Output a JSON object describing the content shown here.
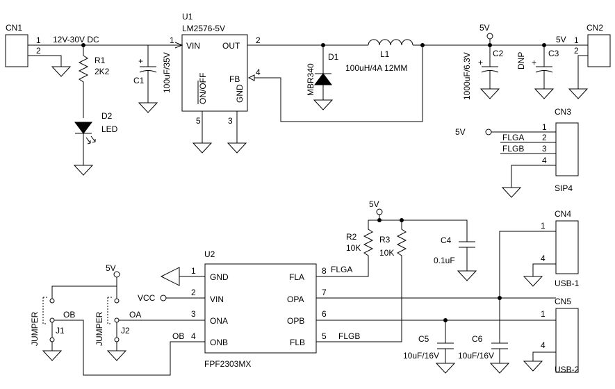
{
  "cn1": {
    "ref": "CN1",
    "pin1": "1",
    "pin2": "2",
    "net": "12V-30V DC"
  },
  "u1": {
    "ref": "U1",
    "part": "LM2576-5V",
    "vin": "VIN",
    "out": "OUT",
    "fb": "FB",
    "onoff": "ON/OFF",
    "gnd": "GND",
    "p1": "1",
    "p2": "2",
    "p3": "3",
    "p4": "4",
    "p5": "5"
  },
  "r1": {
    "ref": "R1",
    "value": "2K2"
  },
  "d2": {
    "ref": "D2",
    "type": "LED"
  },
  "c1": {
    "ref": "C1",
    "value": "100uF/35V",
    "polarity": "+"
  },
  "d1": {
    "ref": "D1",
    "part": "MBR340"
  },
  "l1": {
    "ref": "L1",
    "value": "100uH/4A  12MM"
  },
  "c2": {
    "ref": "C2",
    "value": "1000uF/6.3V",
    "polarity": "+"
  },
  "c3": {
    "ref": "C3",
    "value": "DNP",
    "polarity": "+"
  },
  "rail_5v": "5V",
  "cn2": {
    "ref": "CN2",
    "pin1": "1",
    "pin2": "2",
    "net": "5V"
  },
  "cn3": {
    "ref": "CN3",
    "type": "SIP4",
    "pins": [
      "1",
      "2",
      "3",
      "4"
    ],
    "nets": [
      "5V",
      "FLGA",
      "FLGB"
    ]
  },
  "u2": {
    "ref": "U2",
    "part": "FPF2303MX",
    "left": [
      {
        "pin": "1",
        "name": "GND"
      },
      {
        "pin": "2",
        "name": "VIN"
      },
      {
        "pin": "3",
        "name": "ONA"
      },
      {
        "pin": "4",
        "name": "ONB"
      }
    ],
    "right": [
      {
        "pin": "8",
        "name": "FLA"
      },
      {
        "pin": "7",
        "name": "OPA"
      },
      {
        "pin": "6",
        "name": "OPB"
      },
      {
        "pin": "5",
        "name": "FLB"
      }
    ]
  },
  "r2": {
    "ref": "R2",
    "value": "10K"
  },
  "r3": {
    "ref": "R3",
    "value": "10K"
  },
  "c4": {
    "ref": "C4",
    "value": "0.1uF"
  },
  "c5": {
    "ref": "C5",
    "value": "10uF/16V"
  },
  "c6": {
    "ref": "C6",
    "value": "10uF/16V"
  },
  "cn4": {
    "ref": "CN4",
    "type": "USB-1",
    "pin1": "1",
    "pin4": "4"
  },
  "cn5": {
    "ref": "CN5",
    "type": "USB-2",
    "pin1": "1",
    "pin4": "4"
  },
  "j1": {
    "ref": "J1",
    "label": "JUMPER"
  },
  "j2": {
    "ref": "J2",
    "label": "JUMPER"
  },
  "nets": {
    "vcc": "VCC",
    "oa": "OA",
    "ob": "OB",
    "flga": "FLGA",
    "flgb": "FLGB"
  }
}
